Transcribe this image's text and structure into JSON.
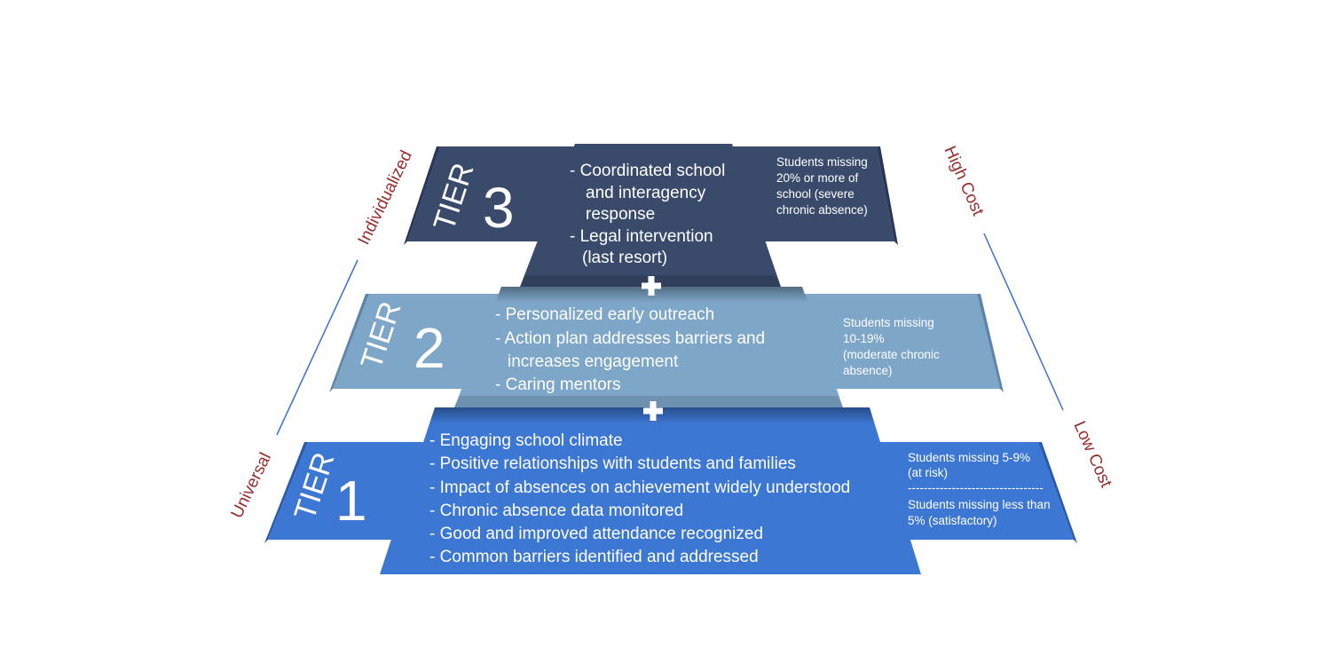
{
  "colors": {
    "tier3": "#3a4a6b",
    "tier3_dark": "#29365a",
    "tier2": "#7ea6c9",
    "tier2_dark": "#5e84a8",
    "tier1": "#3c77d4",
    "tier1_dark": "#2a5bb0",
    "axis_label": "#9b2c2c",
    "axis_line": "#3c6fd0"
  },
  "tiers": [
    {
      "id": "tier-3",
      "word": "TIER",
      "number": "3",
      "bullets": [
        "-  Coordinated school",
        "and interagency",
        "response",
        "-  Legal intervention",
        "(last resort)"
      ],
      "side_text": [
        "Students missing",
        "20% or more of",
        "school (severe",
        "chronic absence)"
      ]
    },
    {
      "id": "tier-2",
      "word": "TIER",
      "number": "2",
      "bullets": [
        "- Personalized early outreach",
        "- Action plan addresses barriers and",
        "increases engagement",
        "- Caring mentors"
      ],
      "side_text": [
        "Students missing",
        "10-19%",
        "(moderate chronic",
        "absence)"
      ]
    },
    {
      "id": "tier-1",
      "word": "TIER",
      "number": "1",
      "bullets": [
        "- Engaging school climate",
        "- Positive relationships with students and families",
        "- Impact of absences on achievement widely understood",
        "- Chronic absence data monitored",
        "- Good and improved attendance recognized",
        "- Common barriers identified and addressed"
      ],
      "side_text": [
        "Students missing 5-9%",
        "(at risk)",
        "----------------------------------",
        "Students missing less than",
        "5% (satisfactory)"
      ]
    }
  ],
  "plus_sign": "+",
  "left_axis": {
    "top": "Individualized",
    "bottom": "Universal"
  },
  "right_axis": {
    "top": "High Cost",
    "bottom": "Low Cost"
  }
}
